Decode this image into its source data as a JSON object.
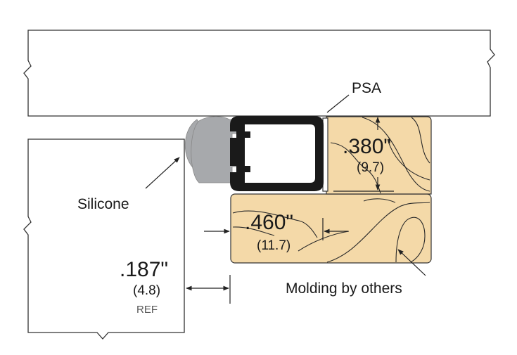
{
  "labels": {
    "psa": "PSA",
    "silicone": "Silicone",
    "molding": "Molding by others"
  },
  "dimensions": {
    "height_in": ".380\"",
    "height_mm": "(9.7)",
    "width_in": ".460\"",
    "width_mm": "(11.7)",
    "gap_in": ".187\"",
    "gap_mm": "(4.8)",
    "gap_ref": "REF"
  },
  "colors": {
    "wood": "#f4d9a8",
    "carrier": "#1a1a1a",
    "silicone": "#a7a9ac",
    "line": "#222222"
  }
}
